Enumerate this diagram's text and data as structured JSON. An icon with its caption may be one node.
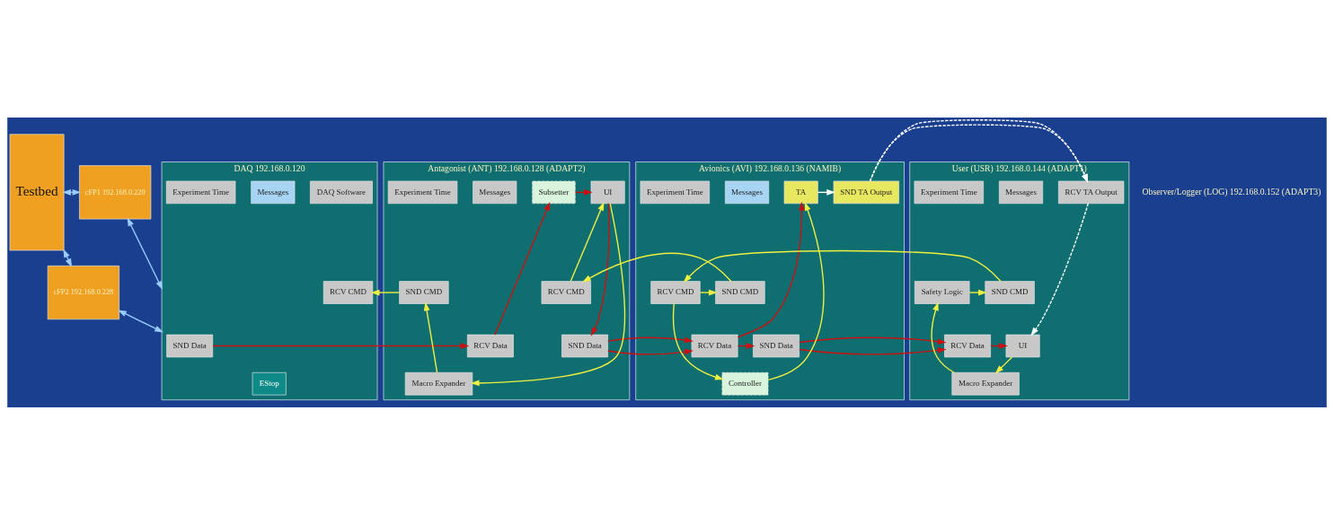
{
  "diagram": {
    "nodes": [
      {
        "text": [
          "Testbed"
        ]
      },
      {
        "text": [
          "cFP1 192.168.0.220"
        ]
      },
      {
        "text": [
          "cFP2 192.168.0.228"
        ]
      },
      {
        "text": [
          "DAQ 192.168.0.120"
        ]
      },
      {
        "text": [
          "SND Data"
        ],
        "in": 3
      },
      {
        "text": [
          "DAQ Software"
        ],
        "in": 3
      },
      {
        "text": [
          "EStop"
        ],
        "in": 3
      },
      {
        "text": [
          "RCV CMD"
        ],
        "in": 3
      },
      {
        "text": [
          "Messages"
        ],
        "in": 3
      },
      {
        "text": [
          "Experiment Time"
        ],
        "in": 3
      },
      {
        "text": [
          "Antagonist (ANT) 192.168.0.128 (ADAPT2)"
        ]
      },
      {
        "text": [
          "RCV Data"
        ],
        "in": 10
      },
      {
        "text": [
          "SND Data"
        ],
        "in": 10
      },
      {
        "text": [
          "Subsetter"
        ],
        "in": 10
      },
      {
        "text": [
          "UI"
        ],
        "in": 10
      },
      {
        "text": [
          "Macro Expander"
        ],
        "in": 10
      },
      {
        "text": [
          "SND CMD"
        ],
        "in": 10
      },
      {
        "text": [
          "RCV CMD"
        ],
        "in": 10
      },
      {
        "text": [
          "Messages"
        ],
        "in": 10
      },
      {
        "text": [
          "Experiment Time"
        ],
        "in": 10
      },
      {
        "text": [
          "Avionics (AVI) 192.168.0.136 (NAMIB)"
        ]
      },
      {
        "text": [
          "RCV Data"
        ],
        "in": 20
      },
      {
        "text": [
          "SND Data"
        ],
        "in": 20
      },
      {
        "text": [
          "TA"
        ],
        "in": 20
      },
      {
        "text": [
          "SND TA Output"
        ],
        "in": 20
      },
      {
        "text": [
          "Controller"
        ],
        "in": 20
      },
      {
        "text": [
          "SND CMD"
        ],
        "in": 20
      },
      {
        "text": [
          "RCV CMD"
        ],
        "in": 20
      },
      {
        "text": [
          "Messages"
        ],
        "in": 20
      },
      {
        "text": [
          "Experiment Time"
        ],
        "in": 20
      },
      {
        "text": [
          "User (USR) 192.168.0.144 (ADAPT1)"
        ]
      },
      {
        "text": [
          "RCV Data"
        ],
        "in": 30
      },
      {
        "text": [
          "UI"
        ],
        "in": 30
      },
      {
        "text": [
          "RCV TA Output"
        ],
        "in": 30
      },
      {
        "text": [
          "Macro Expander"
        ],
        "in": 30
      },
      {
        "text": [
          "SND CMD"
        ],
        "in": 30
      },
      {
        "text": [
          "Safety Logic"
        ],
        "in": 30
      },
      {
        "text": [
          "Messages"
        ],
        "in": 30
      },
      {
        "text": [
          "Experiment Time"
        ],
        "in": 30
      }
    ],
    "edges": [
      {
        "from": 0,
        "to": 1,
        "arrow": "both",
        "color": "#99ccff"
      },
      {
        "from": 0,
        "to": 2,
        "arrow": "both",
        "color": "#99ccff"
      },
      {
        "from": 1,
        "to": 3,
        "arrow": "both",
        "color": "#99ccff"
      },
      {
        "from": 2,
        "to": 3,
        "arrow": "both",
        "color": "#99ccff"
      },
      {
        "from": 4,
        "to": 11,
        "arrow": "to",
        "color": "#cc1111"
      },
      {
        "from": 11,
        "to": 13,
        "arrow": "to",
        "color": "#cc1111"
      },
      {
        "from": 13,
        "to": 14,
        "arrow": "to",
        "color": "#cc1111"
      },
      {
        "from": 14,
        "to": 12,
        "arrow": "to",
        "color": "#cc1111"
      },
      {
        "from": 12,
        "to": 21,
        "arrow": "to",
        "color": "#cc1111"
      },
      {
        "from": 21,
        "to": 22,
        "arrow": "to",
        "color": "#cc1111"
      },
      {
        "from": 21,
        "to": 23,
        "arrow": "to",
        "color": "#cc1111"
      },
      {
        "from": 22,
        "to": 31,
        "arrow": "to",
        "color": "#cc1111"
      },
      {
        "from": 31,
        "to": 32,
        "arrow": "to",
        "color": "#cc1111"
      },
      {
        "from": 23,
        "to": 24,
        "arrow": "to",
        "color": "#ffffff"
      },
      {
        "from": 24,
        "to": 33,
        "arrow": "to",
        "style": "dashed",
        "color": "#ffffff"
      },
      {
        "from": 33,
        "to": 32,
        "arrow": "to",
        "style": "dashed",
        "color": "#ffffff"
      },
      {
        "from": 14,
        "to": 15,
        "arrow": "to"
      },
      {
        "from": 15,
        "to": 16,
        "arrow": "to"
      },
      {
        "from": 16,
        "to": 7,
        "arrow": "to"
      },
      {
        "from": 17,
        "to": 14,
        "arrow": "to"
      },
      {
        "from": 26,
        "to": 17,
        "arrow": "to"
      },
      {
        "from": 27,
        "to": 26,
        "arrow": "to"
      },
      {
        "from": 27,
        "to": 25,
        "arrow": "to"
      },
      {
        "from": 25,
        "to": 23,
        "arrow": "to"
      },
      {
        "from": 35,
        "to": 27,
        "arrow": "to"
      },
      {
        "from": 32,
        "to": 34,
        "arrow": "to"
      },
      {
        "from": 34,
        "to": 36,
        "arrow": "to"
      },
      {
        "from": 36,
        "to": 35,
        "arrow": "to"
      }
    ],
    "labels": [
      "Observer/Logger (LOG) 192.168.0.152 (ADAPT3)"
    ]
  }
}
